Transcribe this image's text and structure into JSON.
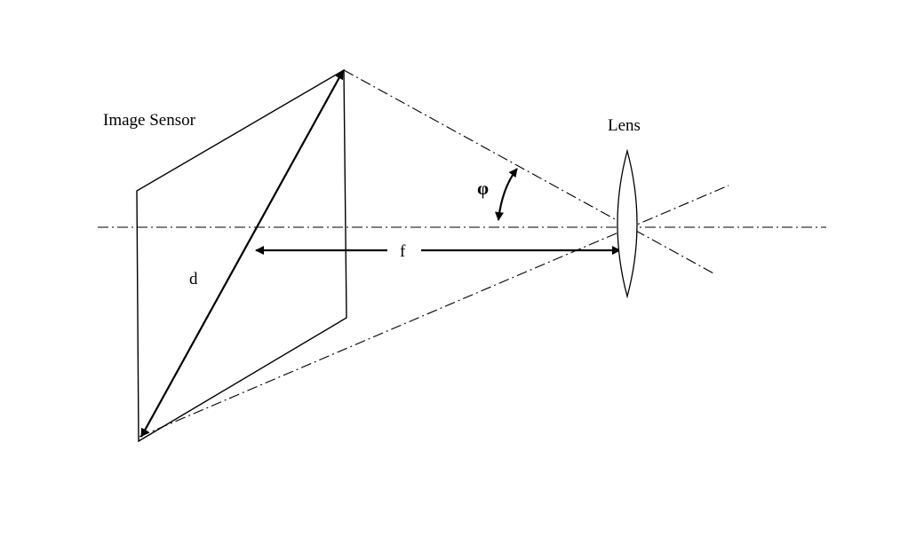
{
  "diagram": {
    "labels": {
      "image_sensor": "Image Sensor",
      "lens": "Lens",
      "angle": "φ",
      "diagonal": "d",
      "focal_length": "f"
    },
    "colors": {
      "stroke": "#000000",
      "background": "#ffffff"
    }
  }
}
